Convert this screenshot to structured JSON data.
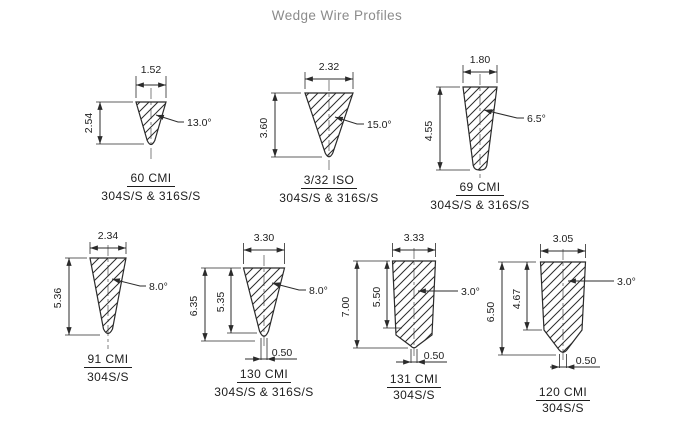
{
  "title": "Wedge Wire Profiles",
  "colors": {
    "line": "#2b2b2b",
    "title_text": "#8b8b8b",
    "background": "#ffffff"
  },
  "profiles": [
    {
      "name": "60 CMI",
      "material": "304S/S & 316S/S",
      "width": "1.52",
      "height": "2.54",
      "angle": "13.0°"
    },
    {
      "name": "3/32 ISO",
      "material": "304S/S & 316S/S",
      "width": "2.32",
      "height": "3.60",
      "angle": "15.0°"
    },
    {
      "name": "69 CMI",
      "material": "304S/S & 316S/S",
      "width": "1.80",
      "height": "4.55",
      "angle": "6.5°"
    },
    {
      "name": "91 CMI",
      "material": "304S/S",
      "width": "2.34",
      "height": "5.36",
      "angle": "8.0°"
    },
    {
      "name": "130 CMI",
      "material": "304S/S & 316S/S",
      "width": "3.30",
      "height": "6.35",
      "inner_height": "5.35",
      "tip": "0.50",
      "angle": "8.0°"
    },
    {
      "name": "131 CMI",
      "material": "304S/S",
      "width": "3.33",
      "height": "7.00",
      "inner_height": "5.50",
      "tip": "0.50",
      "angle": "3.0°"
    },
    {
      "name": "120 CMI",
      "material": "304S/S",
      "width": "3.05",
      "height": "6.50",
      "inner_height": "4.67",
      "tip": "0.50",
      "angle": "3.0°"
    }
  ]
}
